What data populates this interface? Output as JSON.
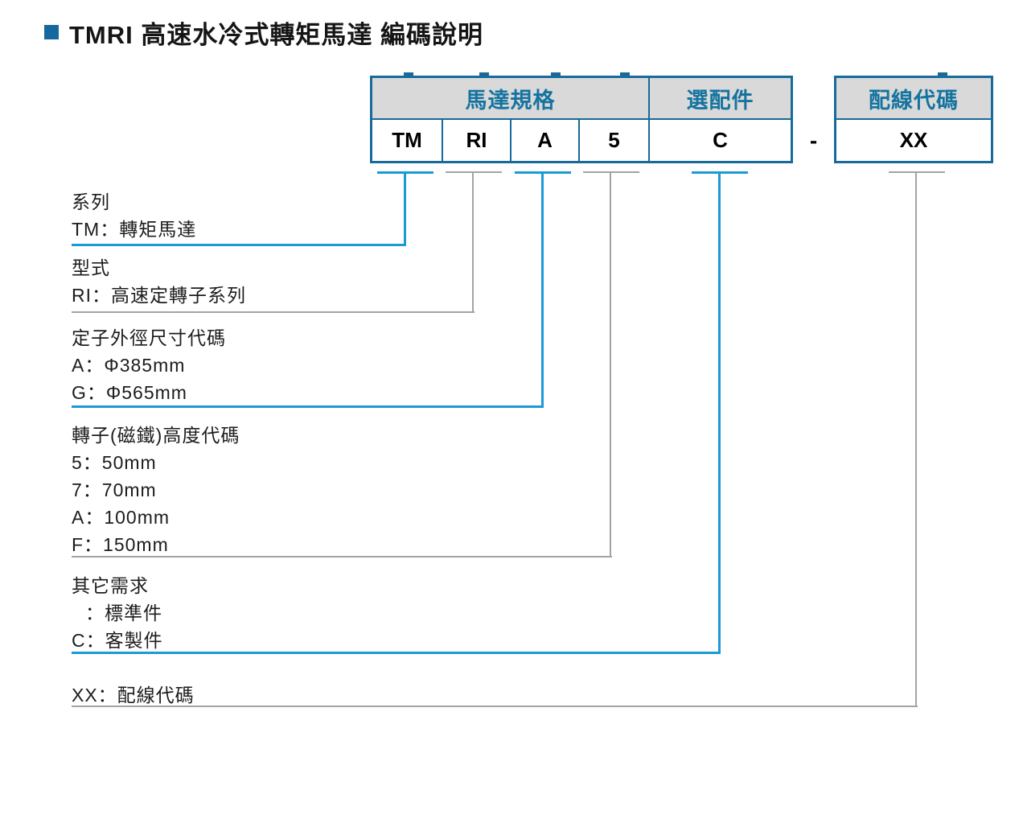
{
  "page": {
    "title": "TMRI 高速水冷式轉矩馬達 編碼說明"
  },
  "code_table": {
    "spec_header": "馬達規格",
    "option_header": "選配件",
    "wiring_header": "配線代碼",
    "cells": [
      "TM",
      "RI",
      "A",
      "5",
      "C"
    ],
    "separator": "-",
    "wiring_cell": "XX"
  },
  "sections": [
    {
      "label": "系列",
      "items": [
        "TM：轉矩馬達"
      ]
    },
    {
      "label": "型式",
      "items": [
        "RI：高速定轉子系列"
      ]
    },
    {
      "label": "定子外徑尺寸代碼",
      "items": [
        "A：Φ385mm",
        "G：Φ565mm"
      ]
    },
    {
      "label": "轉子(磁鐵)高度代碼",
      "items": [
        "5：50mm",
        "7：70mm",
        "A：100mm",
        "F：150mm"
      ]
    },
    {
      "label": "其它需求",
      "items": [
        "：標準件",
        "C：客製件"
      ]
    },
    {
      "label": "",
      "items": [
        "XX：配線代碼"
      ]
    }
  ],
  "colors": {
    "accent_blue": "#1b9ad6",
    "line_gray": "#a3a3a3",
    "table_border": "#176a9a",
    "header_bg": "#d9d9d9",
    "header_text": "#15749f",
    "title_bullet": "#15689e"
  }
}
